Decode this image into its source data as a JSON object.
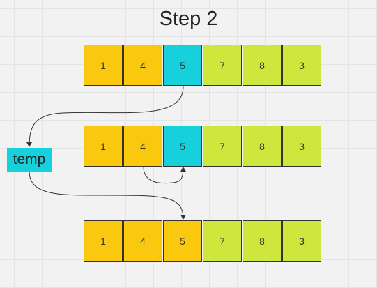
{
  "title": "Step 2",
  "temp_label": "temp",
  "colors": {
    "sorted": "#f9c80f",
    "key": "#16d1dc",
    "unsorted": "#cfe63d"
  },
  "rows": [
    {
      "cells": [
        {
          "value": "1",
          "state": "sorted"
        },
        {
          "value": "4",
          "state": "sorted"
        },
        {
          "value": "5",
          "state": "key"
        },
        {
          "value": "7",
          "state": "unsorted"
        },
        {
          "value": "8",
          "state": "unsorted"
        },
        {
          "value": "3",
          "state": "unsorted"
        }
      ]
    },
    {
      "cells": [
        {
          "value": "1",
          "state": "sorted"
        },
        {
          "value": "4",
          "state": "sorted"
        },
        {
          "value": "5",
          "state": "key"
        },
        {
          "value": "7",
          "state": "unsorted"
        },
        {
          "value": "8",
          "state": "unsorted"
        },
        {
          "value": "3",
          "state": "unsorted"
        }
      ]
    },
    {
      "cells": [
        {
          "value": "1",
          "state": "sorted"
        },
        {
          "value": "4",
          "state": "sorted"
        },
        {
          "value": "5",
          "state": "sorted"
        },
        {
          "value": "7",
          "state": "unsorted"
        },
        {
          "value": "8",
          "state": "unsorted"
        },
        {
          "value": "3",
          "state": "unsorted"
        }
      ]
    }
  ]
}
